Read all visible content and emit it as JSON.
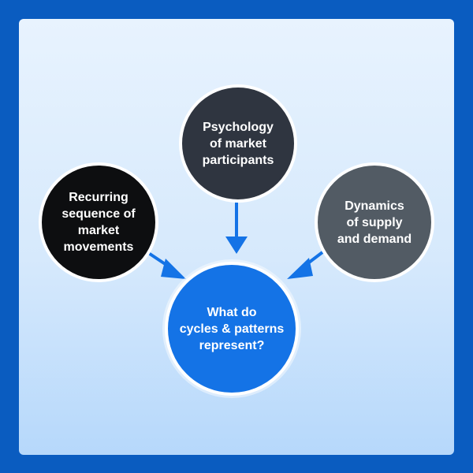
{
  "diagram": {
    "center": {
      "label": "What do\ncycles & patterns\nrepresent?"
    },
    "top": {
      "label": "Psychology\nof market\nparticipants"
    },
    "left": {
      "label": "Recurring\nsequence of\nmarket\nmovements"
    },
    "right": {
      "label": "Dynamics\nof supply\nand demand"
    }
  },
  "colors": {
    "frame": "#0a5cc0",
    "center_node": "#1473e6",
    "top_node": "#2f3540",
    "left_node": "#0d0e10",
    "right_node": "#525b64",
    "arrow": "#1473e6"
  }
}
